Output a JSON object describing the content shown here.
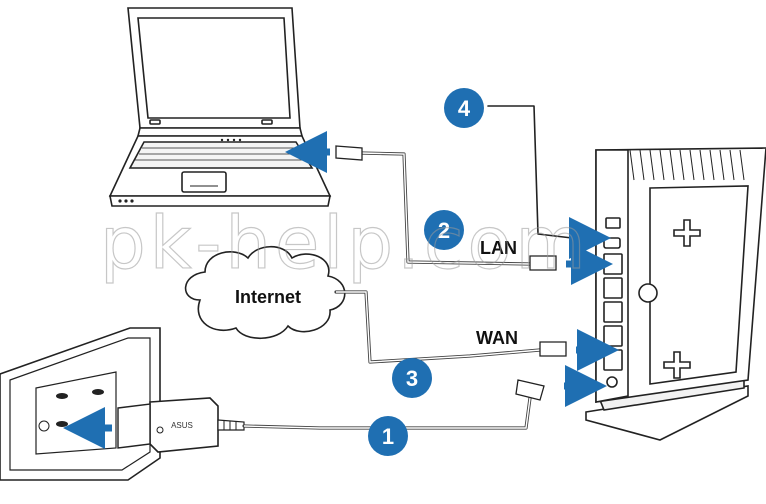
{
  "labels": {
    "internet": "Internet",
    "lan": "LAN",
    "wan": "WAN"
  },
  "steps": [
    "1",
    "2",
    "3",
    "4"
  ],
  "adapter_brand": "ASUS",
  "watermark": "pk-help.com",
  "colors": {
    "step_badge": "#1f6fb2",
    "arrow": "#1f6fb2",
    "line": "#222222",
    "cable": "#555555"
  }
}
